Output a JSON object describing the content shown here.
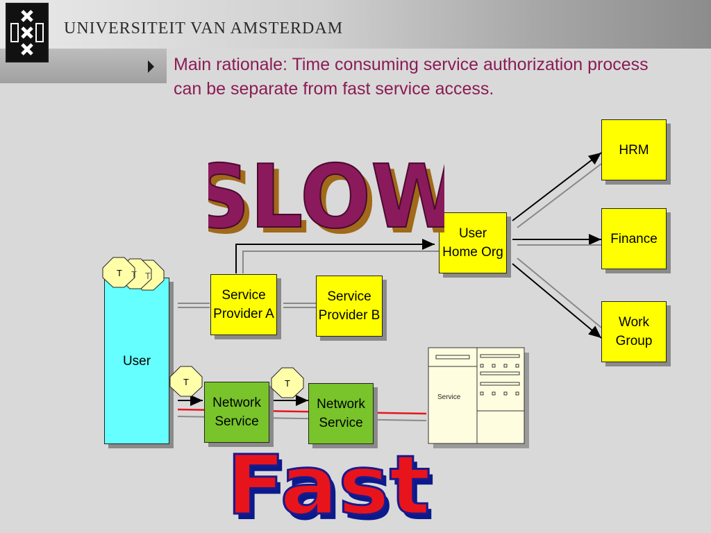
{
  "header": {
    "university": "UNIVERSITEIT VAN AMSTERDAM"
  },
  "subtitle": "Main rationale: Time consuming service authorization process can be separate from fast service access.",
  "words": {
    "slow": "SLOW",
    "fast": "Fast"
  },
  "boxes": {
    "hrm": "HRM",
    "finance": "Finance",
    "work_group": "Work Group",
    "user_home_org": "User Home Org",
    "service_provider_a": "Service Provider A",
    "service_provider_b": "Service Provider B",
    "user": "User",
    "network_service_1": "Network Service",
    "network_service_2": "Network Service"
  },
  "tokens": {
    "t": "T"
  },
  "server": {
    "label": "Service"
  },
  "colors": {
    "title": "#8a1c54",
    "box_yellow": "#ffff00",
    "box_green": "#78c42a",
    "box_cyan": "#66ffff",
    "slow": "#8b1a5c",
    "fast": "#e8141c"
  }
}
